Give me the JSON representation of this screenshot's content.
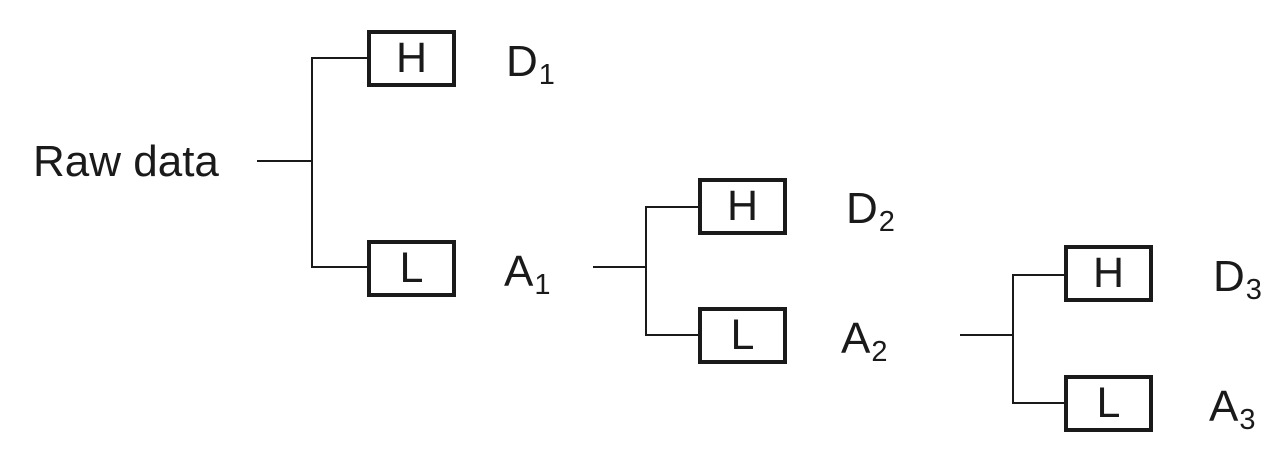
{
  "diagram": {
    "root_label": "Raw data",
    "levels": [
      {
        "high_box": "H",
        "low_box": "L",
        "detail": {
          "base": "D",
          "sub": "1"
        },
        "approx": {
          "base": "A",
          "sub": "1"
        }
      },
      {
        "high_box": "H",
        "low_box": "L",
        "detail": {
          "base": "D",
          "sub": "2"
        },
        "approx": {
          "base": "A",
          "sub": "2"
        }
      },
      {
        "high_box": "H",
        "low_box": "L",
        "detail": {
          "base": "D",
          "sub": "3"
        },
        "approx": {
          "base": "A",
          "sub": "3"
        }
      }
    ],
    "colors": {
      "line": "#1a1a1a",
      "text": "#1a1a1a",
      "background": "#ffffff"
    }
  }
}
